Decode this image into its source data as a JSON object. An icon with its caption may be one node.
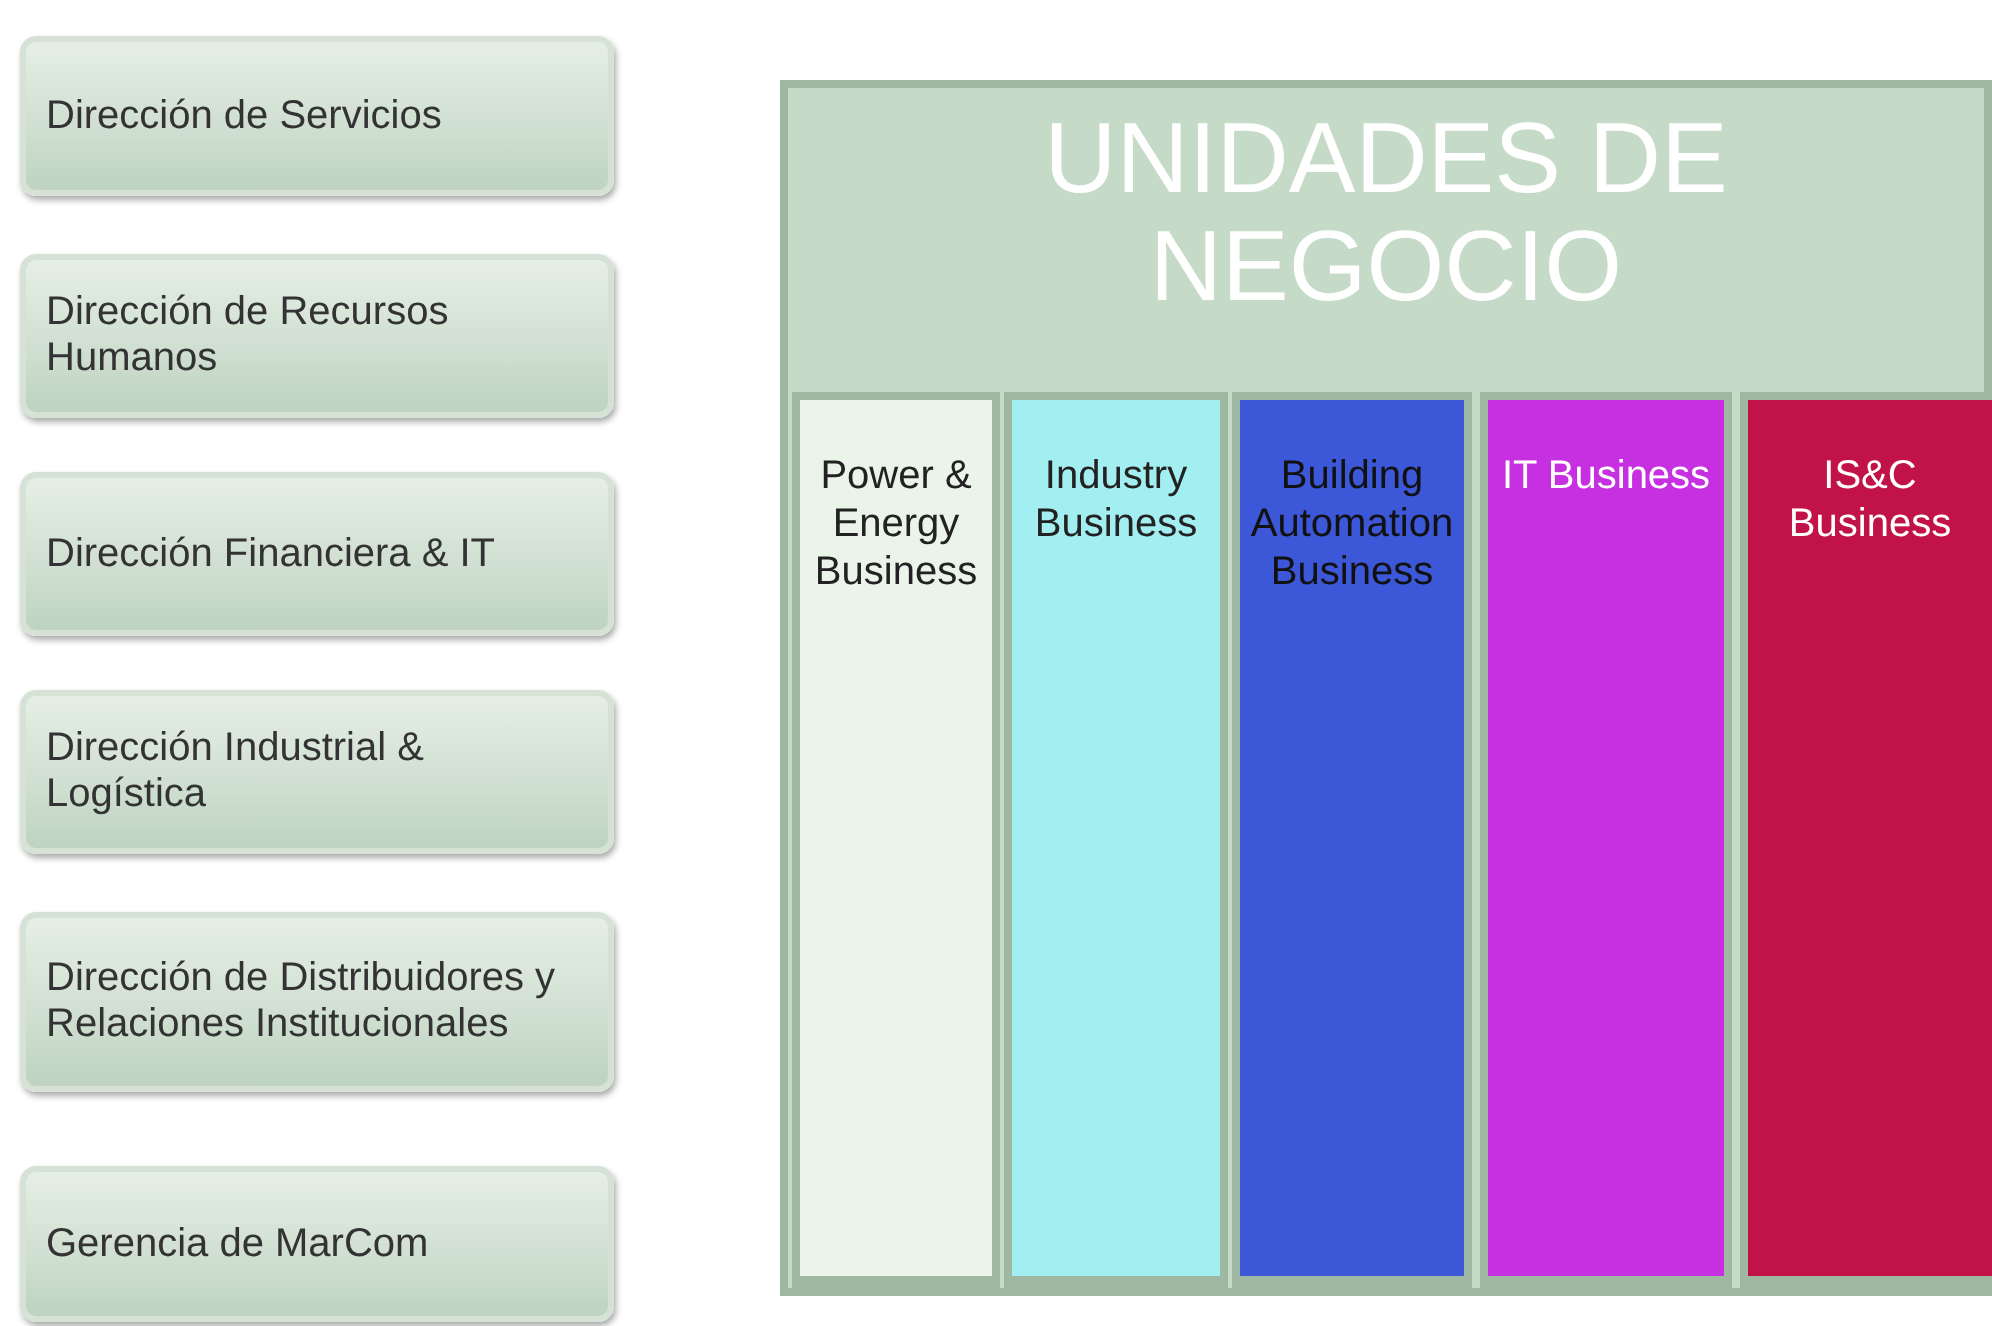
{
  "diagram": {
    "nodes": [
      {
        "text": [
          "Dirección de Servicios"
        ]
      },
      {
        "text": [
          "Dirección de Recursos Humanos"
        ]
      },
      {
        "text": [
          "Dirección Financiera & IT"
        ]
      },
      {
        "text": [
          "Dirección Industrial & Logística"
        ]
      },
      {
        "text": [
          "Dirección de Distribuidores y Relaciones Institucionales"
        ]
      },
      {
        "text": [
          "Gerencia de MarCom"
        ]
      },
      {
        "text": [
          "UNIDADES DE NEGOCIO"
        ]
      },
      {
        "text": [
          "Power & Energy Business"
        ],
        "in": 6
      },
      {
        "text": [
          "Industry Business"
        ],
        "in": 6
      },
      {
        "text": [
          "Building Automation Business"
        ],
        "in": 6
      },
      {
        "text": [
          "IT Business"
        ],
        "in": 6
      },
      {
        "text": [
          "IS&C Business"
        ],
        "in": 6
      }
    ]
  }
}
